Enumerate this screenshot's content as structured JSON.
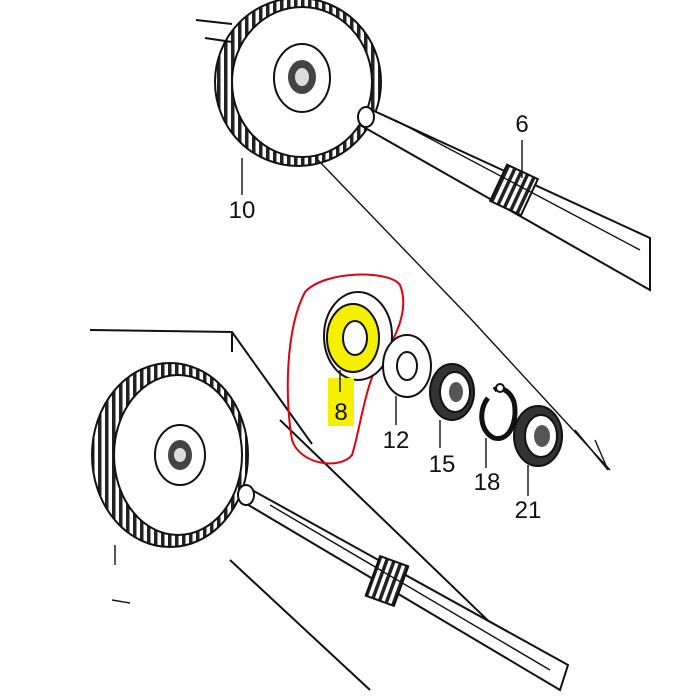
{
  "diagram": {
    "highlight_color": "#f4f000",
    "outline_color": "#e0000f",
    "callouts": [
      {
        "id": "10",
        "label": "10"
      },
      {
        "id": "6",
        "label": "6"
      },
      {
        "id": "8",
        "label": "8"
      },
      {
        "id": "12",
        "label": "12"
      },
      {
        "id": "15",
        "label": "15"
      },
      {
        "id": "18",
        "label": "18"
      },
      {
        "id": "21",
        "label": "21"
      }
    ]
  }
}
